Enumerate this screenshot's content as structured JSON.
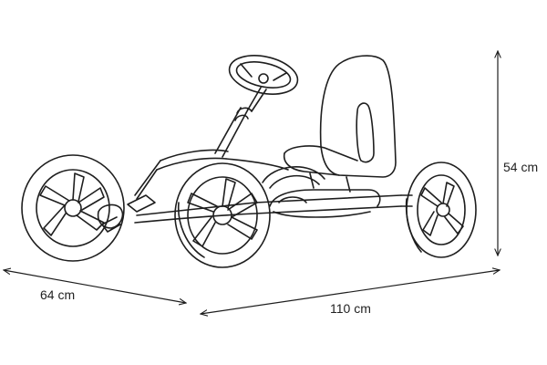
{
  "diagram": {
    "subject": "pedal go-kart",
    "line_color": "#1e1e1e",
    "dimensions": {
      "width_label": "64 cm",
      "length_label": "110 cm",
      "height_label": "54 cm"
    }
  }
}
